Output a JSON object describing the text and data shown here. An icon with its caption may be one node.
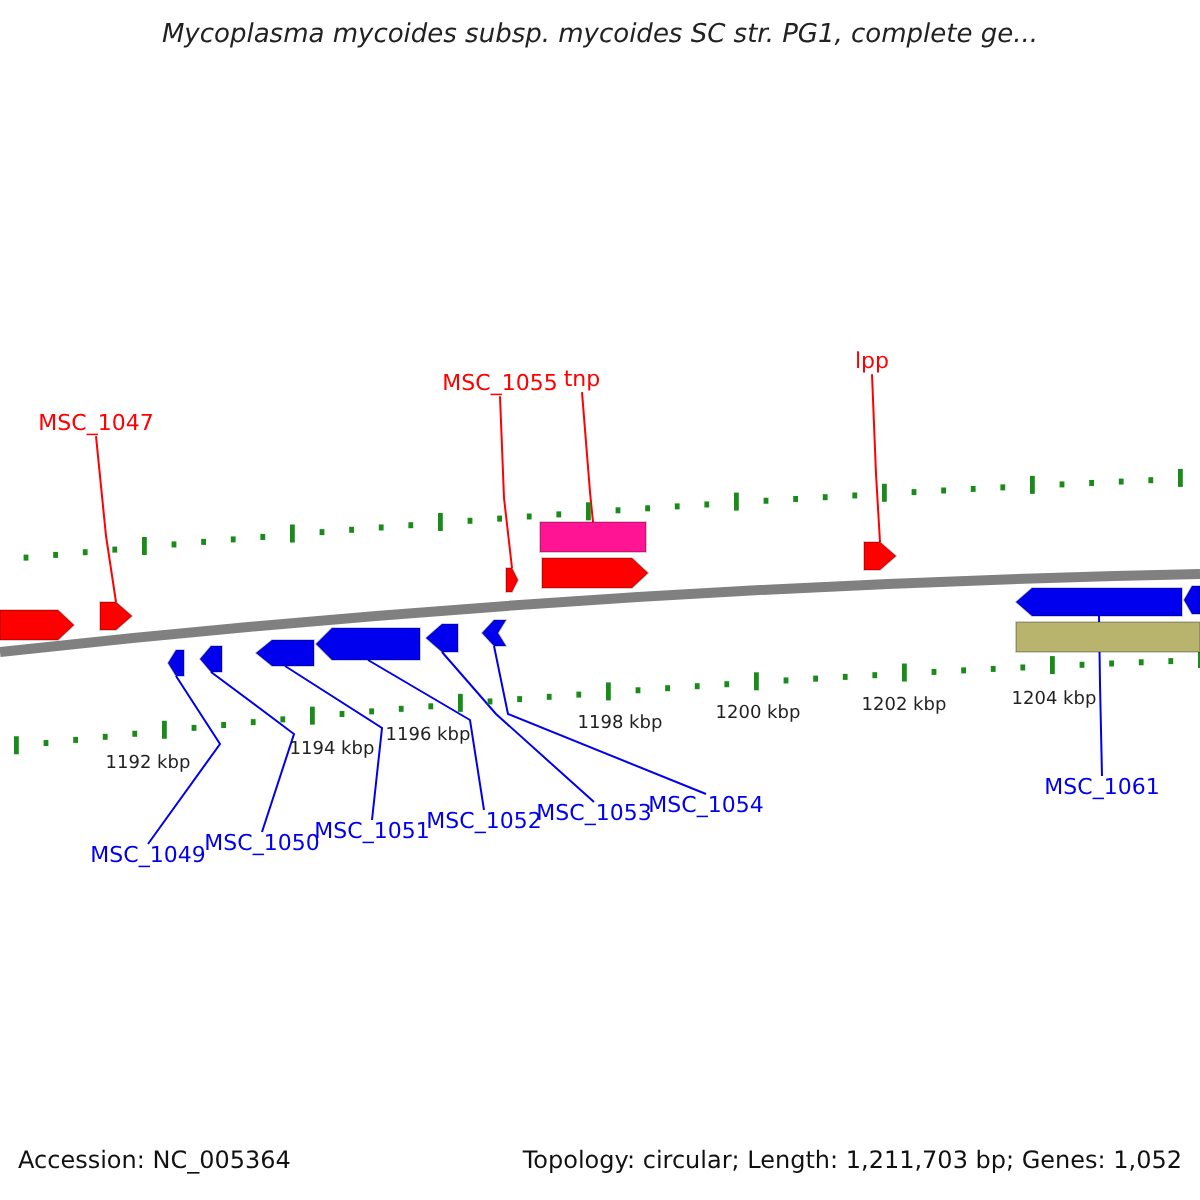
{
  "diagram": {
    "title": "Mycoplasma mycoides subsp. mycoides SC str. PG1, complete ge...",
    "nodes": [
      {
        "text": [
          "MSC_1047"
        ]
      },
      {
        "text": [
          "MSC_1055"
        ]
      },
      {
        "text": [
          "tnp"
        ]
      },
      {
        "text": [
          "lpp"
        ]
      },
      {
        "text": [
          "MSC_1049"
        ]
      },
      {
        "text": [
          "MSC_1050"
        ]
      },
      {
        "text": [
          "MSC_1051"
        ]
      },
      {
        "text": [
          "MSC_1052"
        ]
      },
      {
        "text": [
          "MSC_1053"
        ]
      },
      {
        "text": [
          "MSC_1054"
        ]
      },
      {
        "text": [
          "MSC_1061"
        ]
      },
      {
        "text": [],
        "shape": "arrow"
      },
      {
        "text": [],
        "shape": "arrow"
      },
      {
        "text": [],
        "shape": "bar"
      },
      {
        "text": [],
        "shape": "arrow"
      },
      {
        "text": [],
        "shape": "arrow"
      },
      {
        "text": [],
        "shape": "arrow"
      },
      {
        "text": [],
        "shape": "arrow"
      },
      {
        "text": [],
        "shape": "arrow"
      },
      {
        "text": [],
        "shape": "arrow"
      },
      {
        "text": [],
        "shape": "arrow"
      },
      {
        "text": [],
        "shape": "arrow"
      },
      {
        "text": [],
        "shape": "arrow"
      },
      {
        "text": [],
        "shape": "arrow"
      },
      {
        "text": [],
        "shape": "arrow"
      },
      {
        "text": [],
        "shape": "bar"
      }
    ],
    "edges": [
      {
        "from": 0,
        "to": 11,
        "arrow": "none",
        "color": "#ff0000"
      },
      {
        "from": 1,
        "to": 12,
        "arrow": "none",
        "color": "#ff0000"
      },
      {
        "from": 2,
        "to": 13,
        "arrow": "none",
        "color": "#ff0000"
      },
      {
        "from": 3,
        "to": 14,
        "arrow": "none",
        "color": "#ff0000"
      },
      {
        "from": 4,
        "to": 15,
        "arrow": "none"
      },
      {
        "from": 5,
        "to": 16,
        "arrow": "none"
      },
      {
        "from": 6,
        "to": 17,
        "arrow": "none"
      },
      {
        "from": 7,
        "to": 18,
        "arrow": "none"
      },
      {
        "from": 8,
        "to": 19,
        "arrow": "none"
      },
      {
        "from": 9,
        "to": 20,
        "arrow": "none"
      },
      {
        "from": 10,
        "to": 21,
        "arrow": "none"
      }
    ],
    "labels": [
      "1192 kbp",
      "1194 kbp",
      "1196 kbp",
      "1198 kbp",
      "1200 kbp",
      "1202 kbp",
      "1204 kbp",
      "Accession: NC_005364",
      "Topology: circular; Length: 1,211,703 bp; Genes: 1,052"
    ]
  }
}
